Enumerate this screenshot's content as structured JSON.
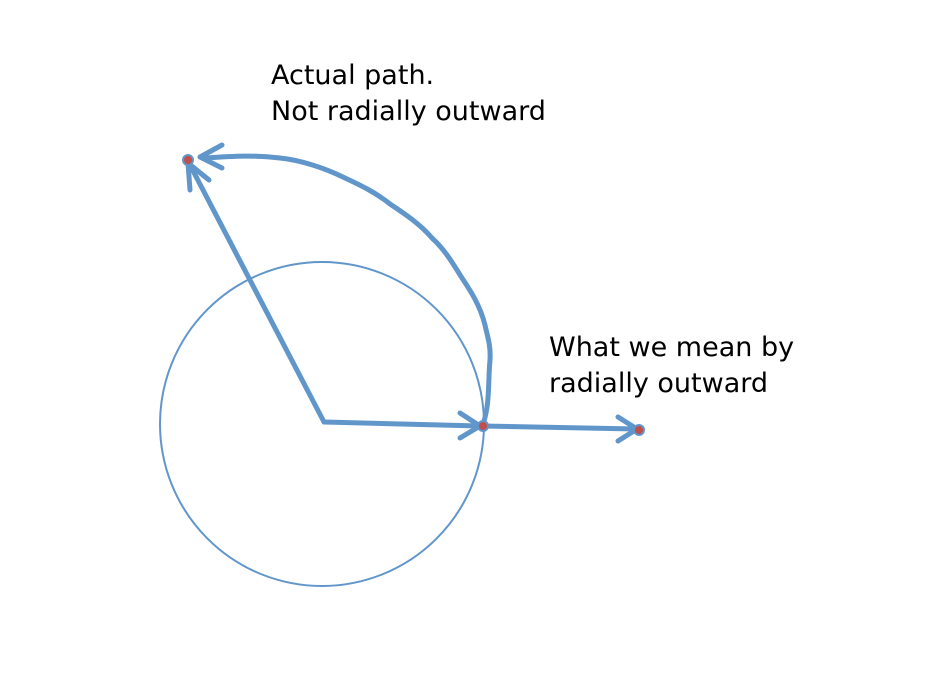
{
  "labels": {
    "actual_path_line1": "Actual path.",
    "actual_path_line2": "Not radially outward",
    "radial_line1": "What we mean by",
    "radial_line2": "radially outward"
  },
  "colors": {
    "stroke": "#6196CB",
    "point": "#C0504D"
  }
}
